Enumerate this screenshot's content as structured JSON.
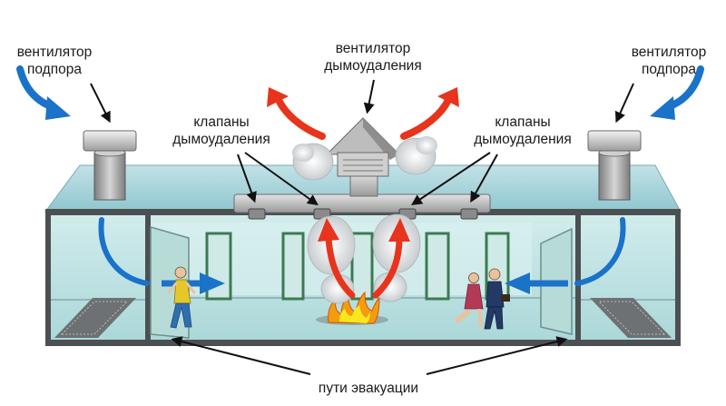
{
  "labels": {
    "supply_fan_left_1": "вентилятор",
    "supply_fan_left_2": "подпора",
    "supply_fan_right_1": "вентилятор",
    "supply_fan_right_2": "подпора",
    "exhaust_fan_1": "вентилятор",
    "exhaust_fan_2": "дымоудаления",
    "valves_left_1": "клапаны",
    "valves_left_2": "дымоудаления",
    "valves_right_1": "клапаны",
    "valves_right_2": "дымоудаления",
    "evacuation": "пути эвакуации"
  },
  "colors": {
    "supply_air": "#1a72c9",
    "smoke_flow": "#e8341c",
    "fire": "#f39c12",
    "room_fill": "#bfe3e4",
    "frame": "#4c5052",
    "roof": "#a9d5dc"
  },
  "icons": [
    "fan-icon",
    "fire-icon",
    "person-icon",
    "door-icon",
    "valve-icon",
    "arrow-icon"
  ]
}
